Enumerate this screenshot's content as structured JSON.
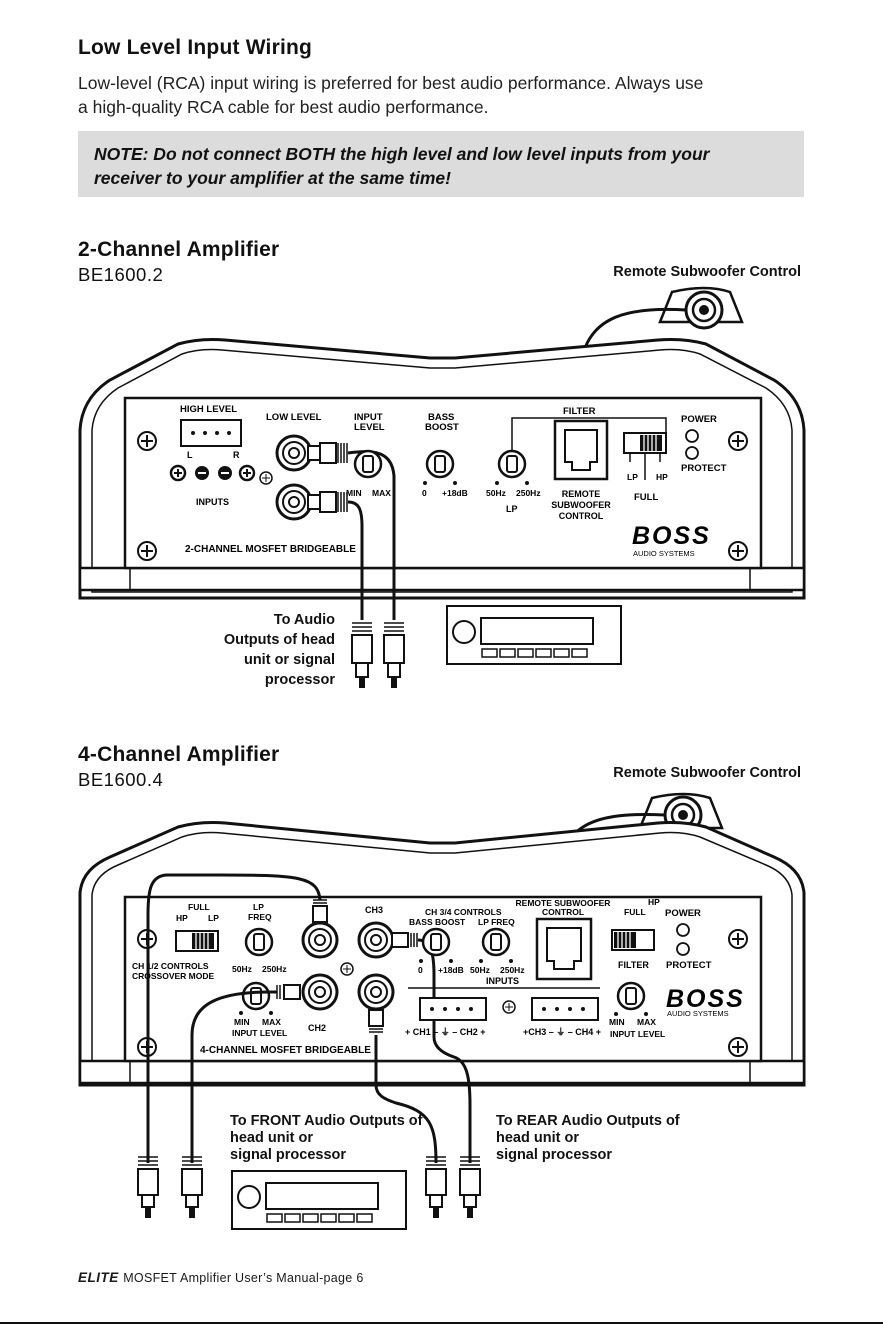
{
  "section1": {
    "title": "Low Level Input Wiring",
    "paragraph_line1": "Low-level (RCA) input wiring is preferred for best audio performance. Always use",
    "paragraph_line2": "a high-quality RCA cable for best audio performance.",
    "note_line1": "NOTE: Do not connect BOTH the high level and low level inputs from your",
    "note_line2": "receiver to your amplifier at the same time!"
  },
  "amp2": {
    "title": "2-Channel Amplifier",
    "model": "BE1600.2",
    "remote_label": "Remote Subwoofer Control",
    "panel": {
      "high_level": "HIGH LEVEL",
      "l": "L",
      "r": "R",
      "inputs": "INPUTS",
      "low_level": "LOW LEVEL",
      "input_level_1": "INPUT",
      "input_level_2": "LEVEL",
      "min": "MIN",
      "max": "MAX",
      "bass_boost_1": "BASS",
      "bass_boost_2": "BOOST",
      "zero": "0",
      "plus18": "+18dB",
      "hz50": "50Hz",
      "hz250": "250Hz",
      "lp": "LP",
      "filter": "FILTER",
      "remote_1": "REMOTE",
      "remote_2": "SUBWOOFER",
      "remote_3": "CONTROL",
      "sw_lp": "LP",
      "sw_hp": "HP",
      "full": "FULL",
      "power": "POWER",
      "protect": "PROTECT",
      "brand": "BOSS",
      "brand_sub": "AUDIO SYSTEMS",
      "bridge": "2-CHANNEL MOSFET BRIDGEABLE"
    },
    "to_audio_1": "To Audio",
    "to_audio_2": "Outputs of head",
    "to_audio_3": "unit or signal",
    "to_audio_4": "processor"
  },
  "amp4": {
    "title": "4-Channel Amplifier",
    "model": "BE1600.4",
    "remote_label": "Remote Subwoofer Control",
    "panel": {
      "full": "FULL",
      "hp": "HP",
      "lp": "LP",
      "lp_freq_1": "LP",
      "lp_freq_2": "FREQ",
      "ch12_1": "CH 1/2 CONTROLS",
      "ch12_2": "CROSSOVER MODE",
      "hz50": "50Hz",
      "hz250": "250Hz",
      "min": "MIN",
      "max": "MAX",
      "input_level": "INPUT LEVEL",
      "ch2": "CH2",
      "ch3": "CH3",
      "ch34": "CH 3/4 CONTROLS",
      "bass_boost": "BASS BOOST",
      "lp_freq": "LP FREQ",
      "zero": "0",
      "plus18": "+18dB",
      "inputs": "INPUTS",
      "ch1_ch2": "+ CH1 – ⏚ – CH2 +",
      "ch3_ch4": "+CH3 – ⏚ – CH4 +",
      "remote_1": "REMOTE SUBWOOFER",
      "remote_2": "CONTROL",
      "sw_full": "FULL",
      "sw_hp": "HP",
      "filter": "FILTER",
      "power": "POWER",
      "protect": "PROTECT",
      "brand": "BOSS",
      "brand_sub": "AUDIO SYSTEMS",
      "bridge": "4-CHANNEL MOSFET BRIDGEABLE"
    },
    "front_1": "To FRONT Audio Outputs of",
    "front_2": "head unit or",
    "front_3": "signal processor",
    "rear_1": "To REAR Audio Outputs of",
    "rear_2": "head unit or",
    "rear_3": "signal processor"
  },
  "footer": {
    "logo": "ELITE",
    "text": "MOSFET Amplifier User’s Manual-page 6"
  }
}
